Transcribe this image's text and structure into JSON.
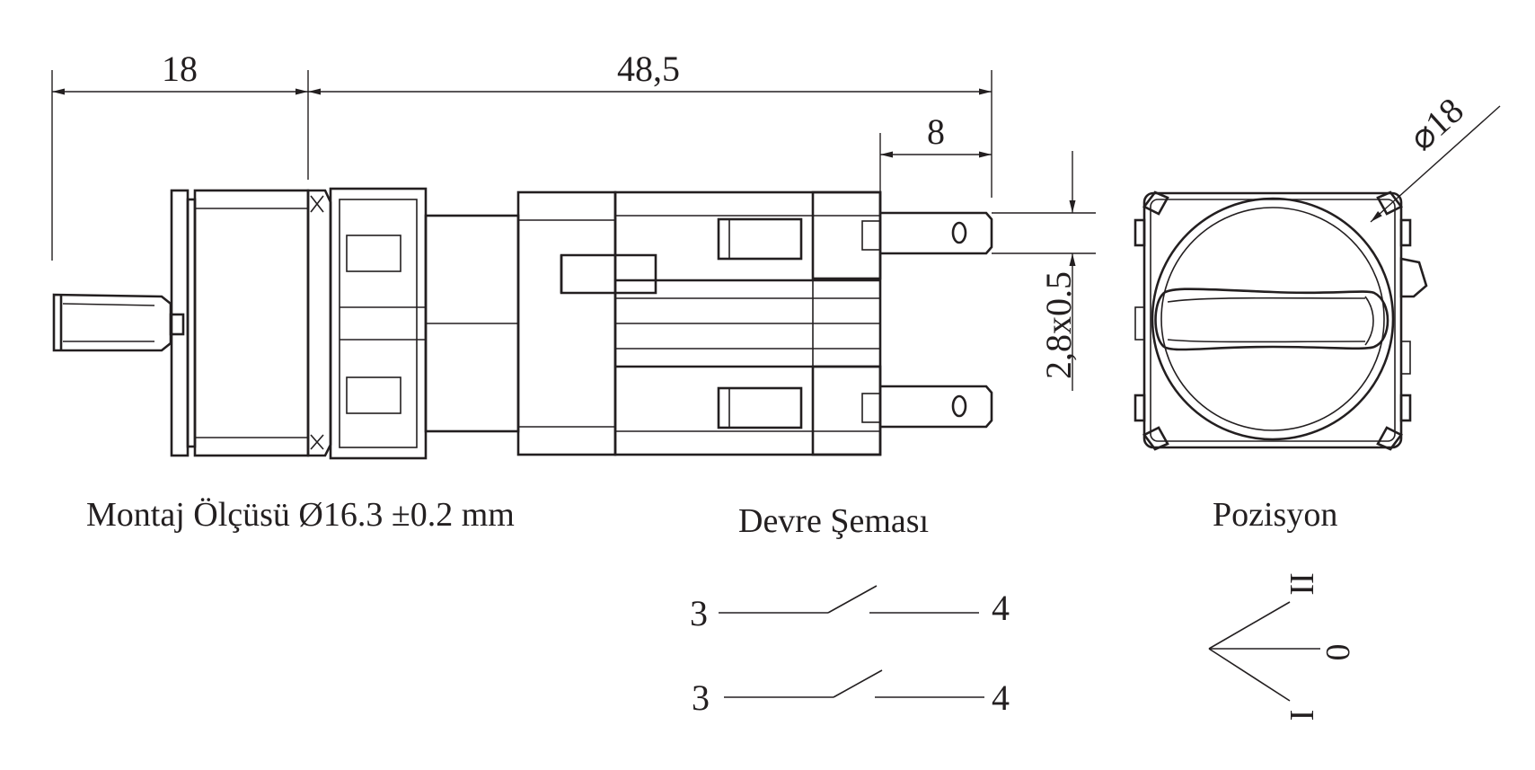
{
  "dimensions": {
    "shaft_length": "18",
    "body_length": "48,5",
    "terminal_length": "8",
    "terminal_size": "2,8x0.5",
    "diameter": "⌀18"
  },
  "captions": {
    "mounting": "Montaj Ölçüsü Ø16.3 ±0.2 mm",
    "circuit": "Devre Şeması",
    "position": "Pozisyon"
  },
  "circuit": {
    "row1_left": "3",
    "row1_right": "4",
    "row2_left": "3",
    "row2_right": "4"
  },
  "positions": {
    "upper": "II",
    "middle": "0",
    "lower": "I"
  },
  "colors": {
    "ink": "#231f20",
    "background": "#ffffff"
  }
}
